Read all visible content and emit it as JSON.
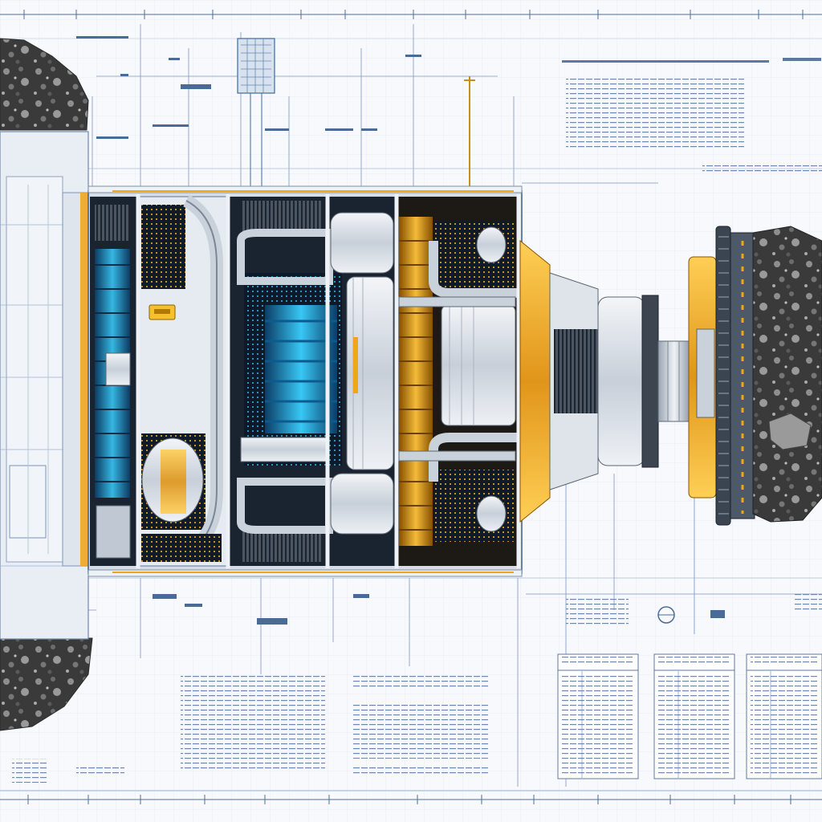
{
  "blueprint": {
    "colors": {
      "paper": "#f7f9fc",
      "grid": "#dfe7f1",
      "line": "#2f5f9a",
      "line_light": "#9db4d3",
      "steel": "#c9d1db",
      "steel_dark": "#5b6673",
      "panel": "#e8edf3",
      "glow_blue": "#1fa6e0",
      "glow_amber": "#f0a51a",
      "rock": "#3b3b3b",
      "rock_light": "#8d8d8d"
    },
    "sections": [
      "rear-frame",
      "control-module",
      "blue-reactor-core",
      "amber-drive-module",
      "cutter-nozzle",
      "cutter-head"
    ],
    "notes_blocks": 6,
    "spec_tables": 3
  }
}
